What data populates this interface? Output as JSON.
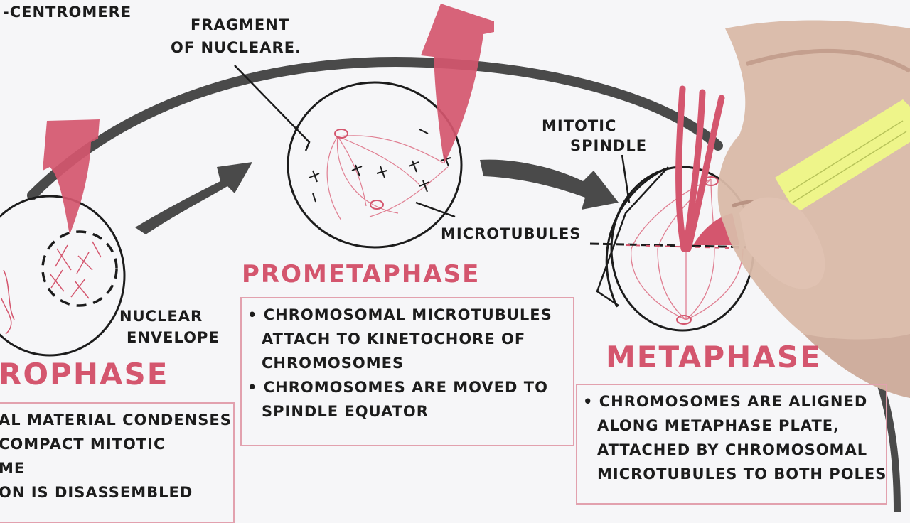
{
  "labels": {
    "centromere": "-CENTROMERE",
    "fragment_line1": "FRAGMENT",
    "fragment_line2": "OF NUCLEARE.",
    "mitotic_spindle_line1": "MITOTIC",
    "mitotic_spindle_line2": "SPINDLE",
    "microtubules": "MICROTUBULES",
    "nuclear_envelope_line1": "NUCLEAR",
    "nuclear_envelope_line2": "ENVELOPE"
  },
  "phases": [
    {
      "id": "prophase",
      "title": "ROPHASE",
      "notes": [
        "AL MATERIAL CONDENSES",
        "COMPACT MITOTIC",
        "ME",
        "ON IS DISASSEMBLED"
      ]
    },
    {
      "id": "prometaphase",
      "title": "PROMETAPHASE",
      "notes": [
        "• CHROMOSOMAL MICROTUBULES",
        "ATTACH TO KINETOCHORE OF",
        "CHROMOSOMES",
        "• CHROMOSOMES ARE MOVED TO",
        "SPINDLE EQUATOR"
      ]
    },
    {
      "id": "metaphase",
      "title": "METAPHASE",
      "notes": [
        "• CHROMOSOMES ARE ALIGNED",
        "ALONG METAPHASE PLATE,",
        "ATTACHED BY CHROMOSOMAL",
        "MICROTUBULES TO BOTH POLES"
      ]
    }
  ],
  "colors": {
    "background": "#f6f6f8",
    "ink": "#1c1c1c",
    "marker_gray": "#4a4a4a",
    "accent_red": "#d4566e",
    "pink_line": "#e2a1ae",
    "highlighter": "#eef58a",
    "skin": "#d9b9a8"
  },
  "icons": {
    "arrow_1": "curved-arrow-right-up-icon",
    "arrow_2": "curved-arrow-right-down-icon",
    "highlighter": "highlighter-pen-icon"
  }
}
